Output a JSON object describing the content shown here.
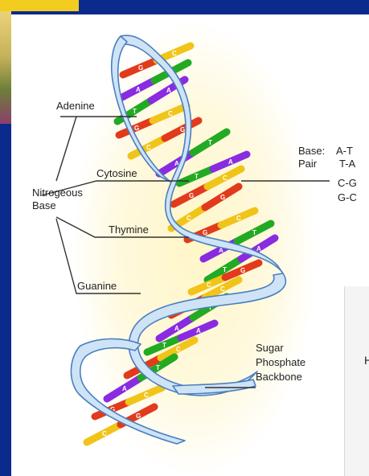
{
  "labels": {
    "adenine": "Adenine",
    "nitrogeous_1": "Nitrogeous",
    "nitrogeous_2": "Base",
    "cytosine": "Cytosine",
    "thymine": "Thymine",
    "guanine": "Guanine",
    "base_pair_1": "Base:",
    "base_pair_2": "Pair",
    "pair_at": "A-T",
    "pair_ta": "T-A",
    "pair_cg": "C-G",
    "pair_gc": "G-C",
    "sugar_1": "Sugar",
    "sugar_2": "Phosphate",
    "sugar_3": "Backbone"
  },
  "card": {
    "letter": "H"
  },
  "colors": {
    "adenine": "#8a2be2",
    "thymine": "#22aa22",
    "guanine": "#e23a1c",
    "cytosine": "#f0c419",
    "backbone": "#cfe3f7",
    "background": "#0a2a8c"
  },
  "rungs": [
    {
      "l": "G",
      "r": "C",
      "c1": "#e23a1c",
      "c2": "#f0c419"
    },
    {
      "l": "A",
      "r": "T",
      "c1": "#8a2be2",
      "c2": "#22aa22"
    },
    {
      "l": "T",
      "r": "A",
      "c1": "#22aa22",
      "c2": "#8a2be2"
    },
    {
      "l": "G",
      "r": "C",
      "c1": "#e23a1c",
      "c2": "#f0c419"
    },
    {
      "l": "C",
      "r": "G",
      "c1": "#f0c419",
      "c2": "#e23a1c"
    },
    {
      "l": "A",
      "r": "T",
      "c1": "#8a2be2",
      "c2": "#22aa22"
    },
    {
      "l": "T",
      "r": "A",
      "c1": "#22aa22",
      "c2": "#8a2be2"
    },
    {
      "l": "G",
      "r": "C",
      "c1": "#e23a1c",
      "c2": "#f0c419"
    },
    {
      "l": "C",
      "r": "G",
      "c1": "#f0c419",
      "c2": "#e23a1c"
    },
    {
      "l": "G",
      "r": "C",
      "c1": "#e23a1c",
      "c2": "#f0c419"
    },
    {
      "l": "A",
      "r": "T",
      "c1": "#8a2be2",
      "c2": "#22aa22"
    },
    {
      "l": "T",
      "r": "A",
      "c1": "#22aa22",
      "c2": "#8a2be2"
    },
    {
      "l": "C",
      "r": "G",
      "c1": "#f0c419",
      "c2": "#e23a1c"
    },
    {
      "l": "G",
      "r": "C",
      "c1": "#e23a1c",
      "c2": "#f0c419"
    },
    {
      "l": "A",
      "r": "T",
      "c1": "#8a2be2",
      "c2": "#22aa22"
    },
    {
      "l": "T",
      "r": "A",
      "c1": "#22aa22",
      "c2": "#8a2be2"
    },
    {
      "l": "G",
      "r": "C",
      "c1": "#e23a1c",
      "c2": "#f0c419"
    },
    {
      "l": "A",
      "r": "T",
      "c1": "#8a2be2",
      "c2": "#22aa22"
    },
    {
      "l": "G",
      "r": "C",
      "c1": "#e23a1c",
      "c2": "#f0c419"
    },
    {
      "l": "C",
      "r": "G",
      "c1": "#f0c419",
      "c2": "#e23a1c"
    }
  ]
}
